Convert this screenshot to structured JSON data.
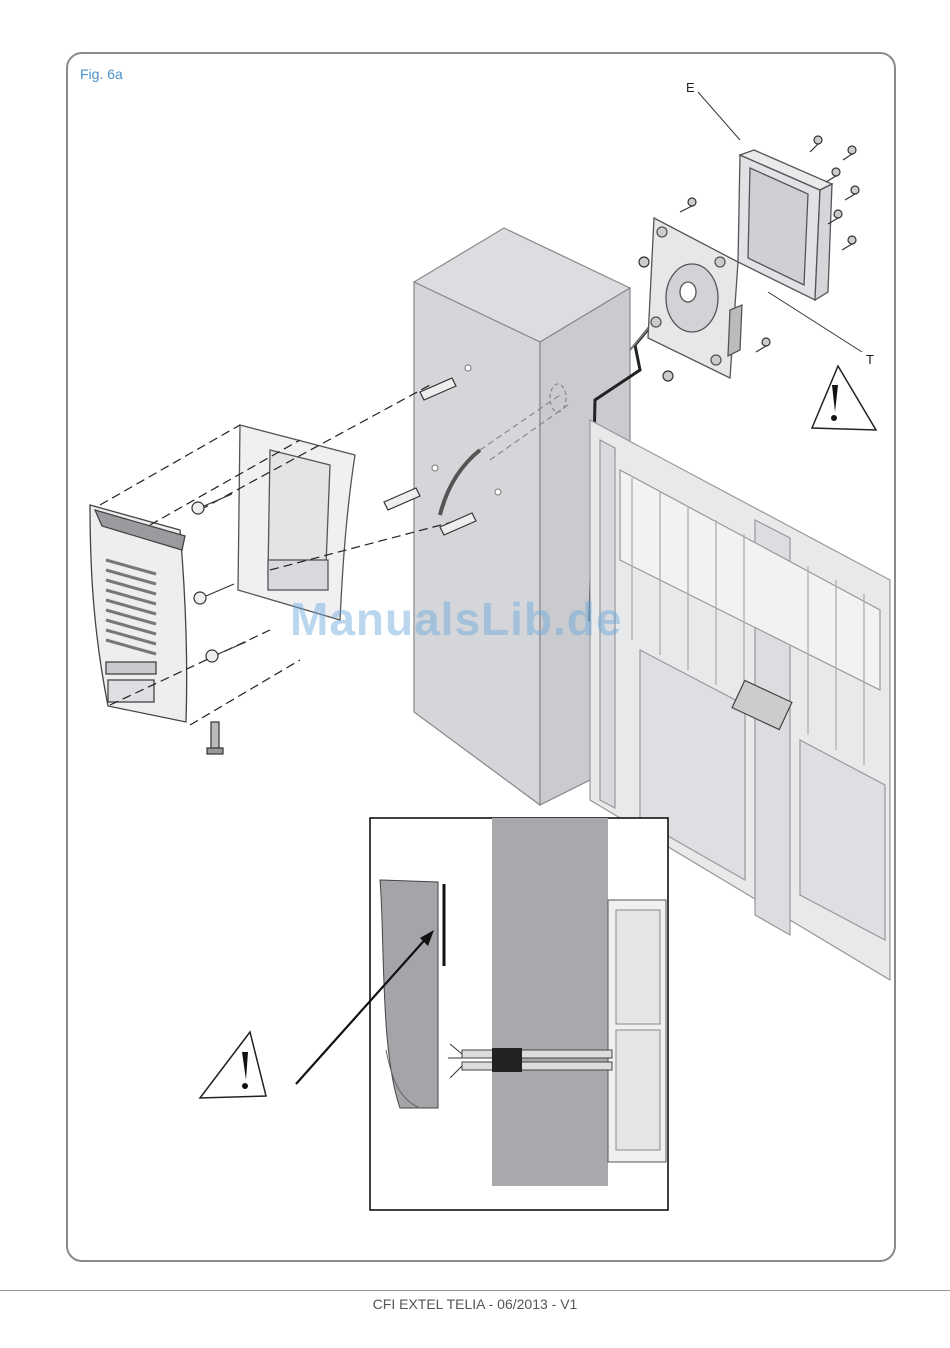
{
  "figure": {
    "label": "Fig. 6a"
  },
  "callouts": {
    "enclosure": "E",
    "terminal": "T"
  },
  "watermark": "ManualsLib.de",
  "footer": {
    "text": "CFI EXTEL  TELIA - 06/2013 - V1"
  },
  "colors": {
    "figure_label": "#4a90c8",
    "pillar": "#a7a9ad",
    "frame": "#8a8a8a"
  }
}
